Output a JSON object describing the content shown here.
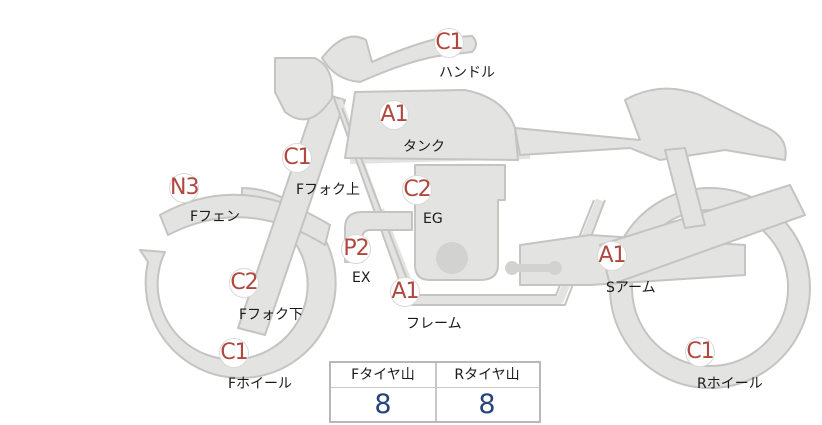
{
  "parts": [
    {
      "id": "handle",
      "code": "C1",
      "label": "ハンドル"
    },
    {
      "id": "tank",
      "code": "A1",
      "label": "タンク"
    },
    {
      "id": "f-fork-upper",
      "code": "C1",
      "label": "Fフォク上"
    },
    {
      "id": "eg",
      "code": "C2",
      "label": "EG"
    },
    {
      "id": "f-fender",
      "code": "N3",
      "label": "Fフェン"
    },
    {
      "id": "ex",
      "code": "P2",
      "label": "EX"
    },
    {
      "id": "f-fork-lower",
      "code": "C2",
      "label": "Fフォク下"
    },
    {
      "id": "frame",
      "code": "A1",
      "label": "フレーム"
    },
    {
      "id": "s-arm",
      "code": "A1",
      "label": "Sアーム"
    },
    {
      "id": "f-wheel",
      "code": "C1",
      "label": "Fホイール"
    },
    {
      "id": "r-wheel",
      "code": "C1",
      "label": "Rホイール"
    }
  ],
  "tread": {
    "front_label": "Fタイヤ山",
    "rear_label": "Rタイヤ山",
    "front_value": "8",
    "rear_value": "8"
  },
  "colors": {
    "body_fill": "#e3e3e1",
    "outline": "#c4c4c2",
    "grade_text": "#b0483f",
    "value_text": "#27457a"
  }
}
